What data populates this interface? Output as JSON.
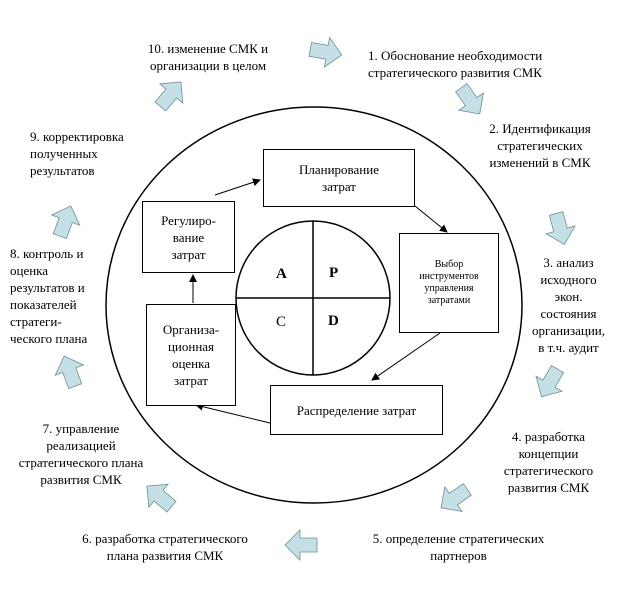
{
  "colors": {
    "arrow_fill": "#c5dfe6",
    "stroke": "#000000",
    "background": "#ffffff"
  },
  "steps": [
    "1. Обоснование необходимости\nстратегического развития СМК",
    "2. Идентификация\nстратегических\nизменений в СМК",
    "3. анализ\nисходного\nэкон.\nсостояния\nорганизации,\nв т.ч. аудит",
    "4. разработка\nконцепции\nстратегического\nразвития СМК",
    "5. определение стратегических\nпартнеров",
    "6. разработка стратегического\nплана развития СМК",
    "7. управление\nреализацией\nстратегического плана\nразвития СМК",
    "8. контроль и\nоценка\nрезультатов и\nпоказателей\nстратеги-\nческого плана",
    "9. корректировка\nполученных\nрезультатов",
    "10. изменение СМК и\nорганизации в целом"
  ],
  "boxes": {
    "planning": "Планирование\nзатрат",
    "tools": "Выбор\nинструментов\nуправления\nзатратами",
    "distribution": "Распределение затрат",
    "organizational": "Организа-\nционная\nоценка\nзатрат",
    "regulation": "Регулиро-\nвание\nзатрат"
  },
  "pdca": {
    "a": "A",
    "p": "P",
    "c": "C",
    "d": "D"
  }
}
